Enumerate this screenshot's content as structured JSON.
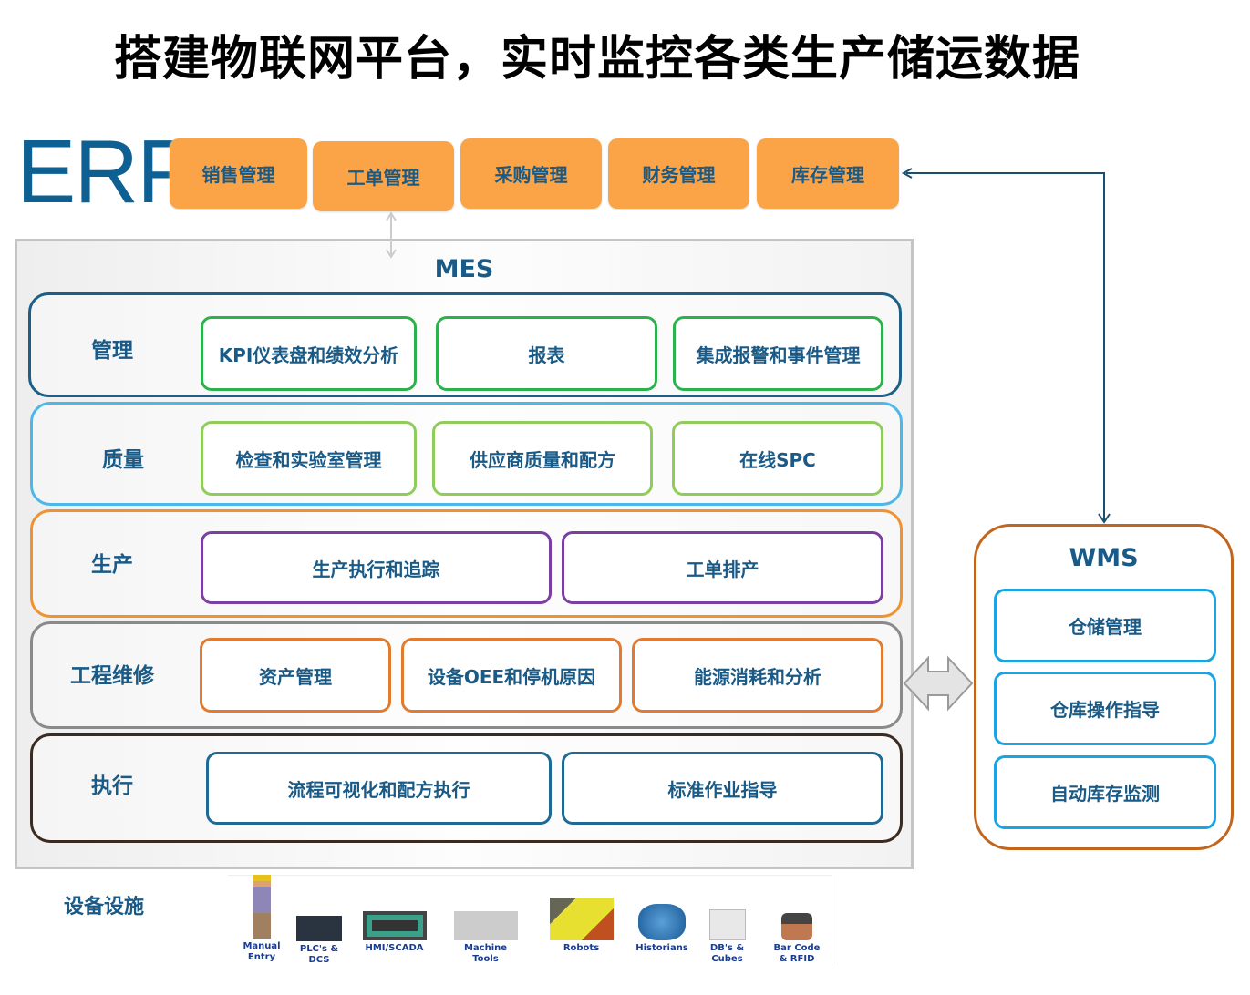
{
  "title": "搭建物联网平台，实时监控各类生产储运数据",
  "erp": {
    "label": "ERP",
    "items": [
      "销售管理",
      "工单管理",
      "采购管理",
      "财务管理",
      "库存管理"
    ]
  },
  "mes": {
    "title": "MES",
    "rows": [
      {
        "label": "管理",
        "items": [
          "KPI仪表盘和绩效分析",
          "报表",
          "集成报警和事件管理"
        ]
      },
      {
        "label": "质量",
        "items": [
          "检查和实验室管理",
          "供应商质量和配方",
          "在线SPC"
        ]
      },
      {
        "label": "生产",
        "items": [
          "生产执行和追踪",
          "工单排产"
        ]
      },
      {
        "label": "工程维修",
        "items": [
          "资产管理",
          "设备OEE和停机原因",
          "能源消耗和分析"
        ]
      },
      {
        "label": "执行",
        "items": [
          "流程可视化和配方执行",
          "标准作业指导"
        ]
      }
    ]
  },
  "wms": {
    "title": "WMS",
    "items": [
      "仓储管理",
      "仓库操作指导",
      "自动库存监测"
    ]
  },
  "equipment": {
    "label": "设备设施",
    "items": [
      "Manual Entry",
      "PLC's & DCS",
      "HMI/SCADA",
      "Machine Tools",
      "Robots",
      "Historians",
      "DB's & Cubes",
      "Bar Code & RFID"
    ]
  },
  "colors": {
    "erp_blue": "#0e6092",
    "erp_box": "#fba347",
    "text": "#1a5a86",
    "wms_border": "#c0661f"
  }
}
